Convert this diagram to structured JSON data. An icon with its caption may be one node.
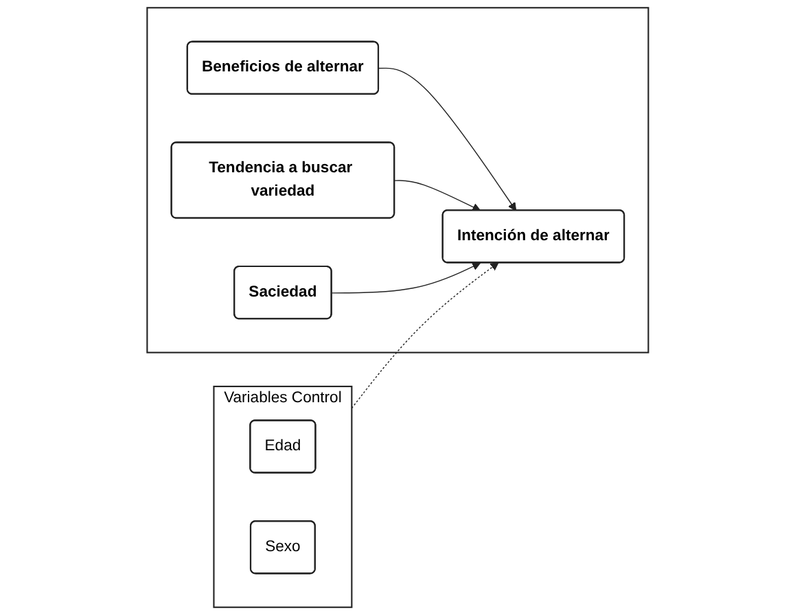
{
  "diagram": {
    "nodes": [
      {
        "text": [
          "Variables Control"
        ]
      },
      {
        "text": [
          "Edad"
        ],
        "in": 0
      },
      {
        "text": [
          "Sexo"
        ],
        "in": 0
      },
      {
        "text": [],
        "shape": "box"
      },
      {
        "text": [
          "Beneficios de alternar"
        ],
        "in": 3
      },
      {
        "text": [
          "Tendencia a buscar variedad"
        ],
        "in": 3
      },
      {
        "text": [
          "Intención de alternar"
        ],
        "in": 3
      },
      {
        "text": [
          "Saciedad"
        ],
        "in": 3
      }
    ],
    "edges": [
      {
        "from": 0,
        "to": 6,
        "arrow": "to",
        "style": "dashed"
      },
      {
        "from": 4,
        "to": 6,
        "arrow": "to"
      },
      {
        "from": 5,
        "to": 6,
        "arrow": "to"
      },
      {
        "from": 7,
        "to": 6,
        "arrow": "to"
      }
    ]
  }
}
